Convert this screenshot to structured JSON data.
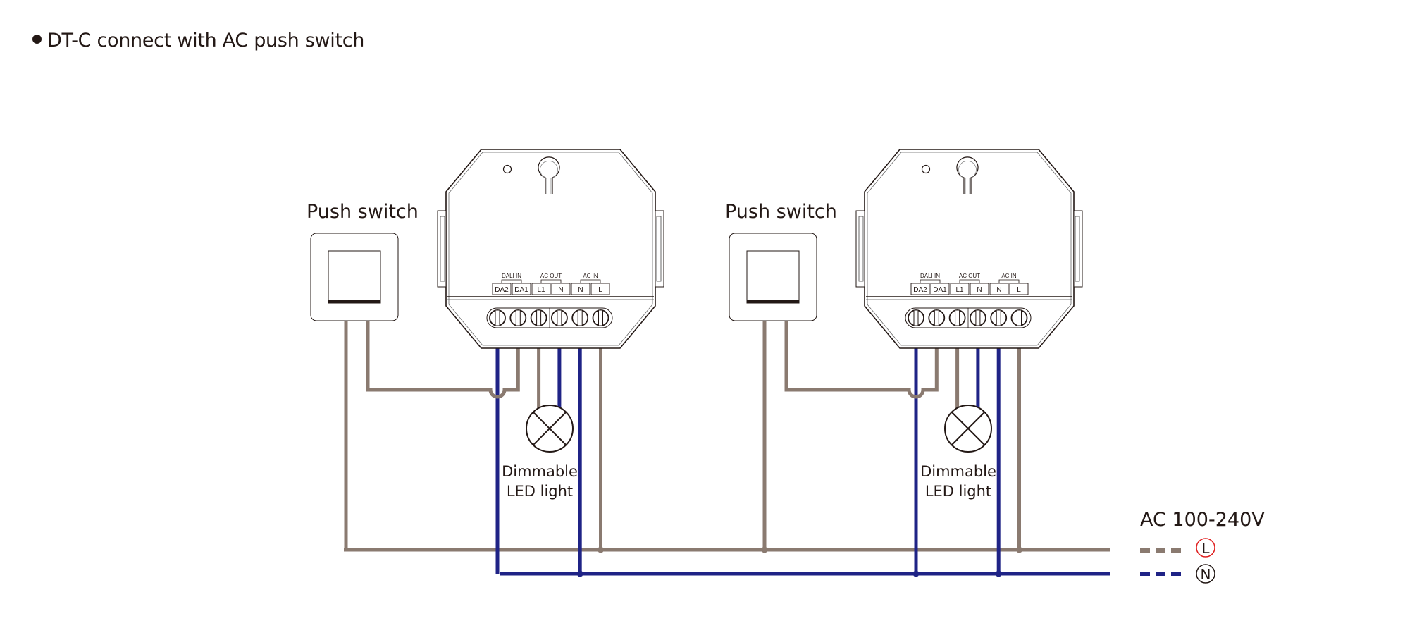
{
  "title": "DT-C connect with AC push switch",
  "colors": {
    "live_wire": "#8a7a70",
    "neutral_wire": "#1f2386",
    "outline": "#231815",
    "live_marker": "#e02020",
    "neutral_marker": "#231815"
  },
  "modules": [
    {
      "name": "DT-C",
      "switch_label": "Push switch",
      "lamp_label_line1": "Dimmable",
      "lamp_label_line2": "LED light",
      "terminal_groups": [
        {
          "label": "DALI IN",
          "terminals": [
            "DA2",
            "DA1"
          ]
        },
        {
          "label": "AC OUT",
          "terminals": [
            "L1",
            "N"
          ]
        },
        {
          "label": "AC IN",
          "terminals": [
            "N",
            "L"
          ]
        }
      ],
      "terminal_wires": [
        "neutral",
        "live",
        "live",
        "neutral",
        "neutral",
        "live"
      ]
    },
    {
      "name": "DT-C",
      "switch_label": "Push switch",
      "lamp_label_line1": "Dimmable",
      "lamp_label_line2": "LED light",
      "terminal_groups": [
        {
          "label": "DALI IN",
          "terminals": [
            "DA2",
            "DA1"
          ]
        },
        {
          "label": "AC OUT",
          "terminals": [
            "L1",
            "N"
          ]
        },
        {
          "label": "AC IN",
          "terminals": [
            "N",
            "L"
          ]
        }
      ],
      "terminal_wires": [
        "neutral",
        "live",
        "live",
        "neutral",
        "neutral",
        "live"
      ]
    }
  ],
  "legend": {
    "title": "AC 100-240V",
    "items": [
      {
        "symbol": "L",
        "wire": "live"
      },
      {
        "symbol": "N",
        "wire": "neutral"
      }
    ]
  }
}
